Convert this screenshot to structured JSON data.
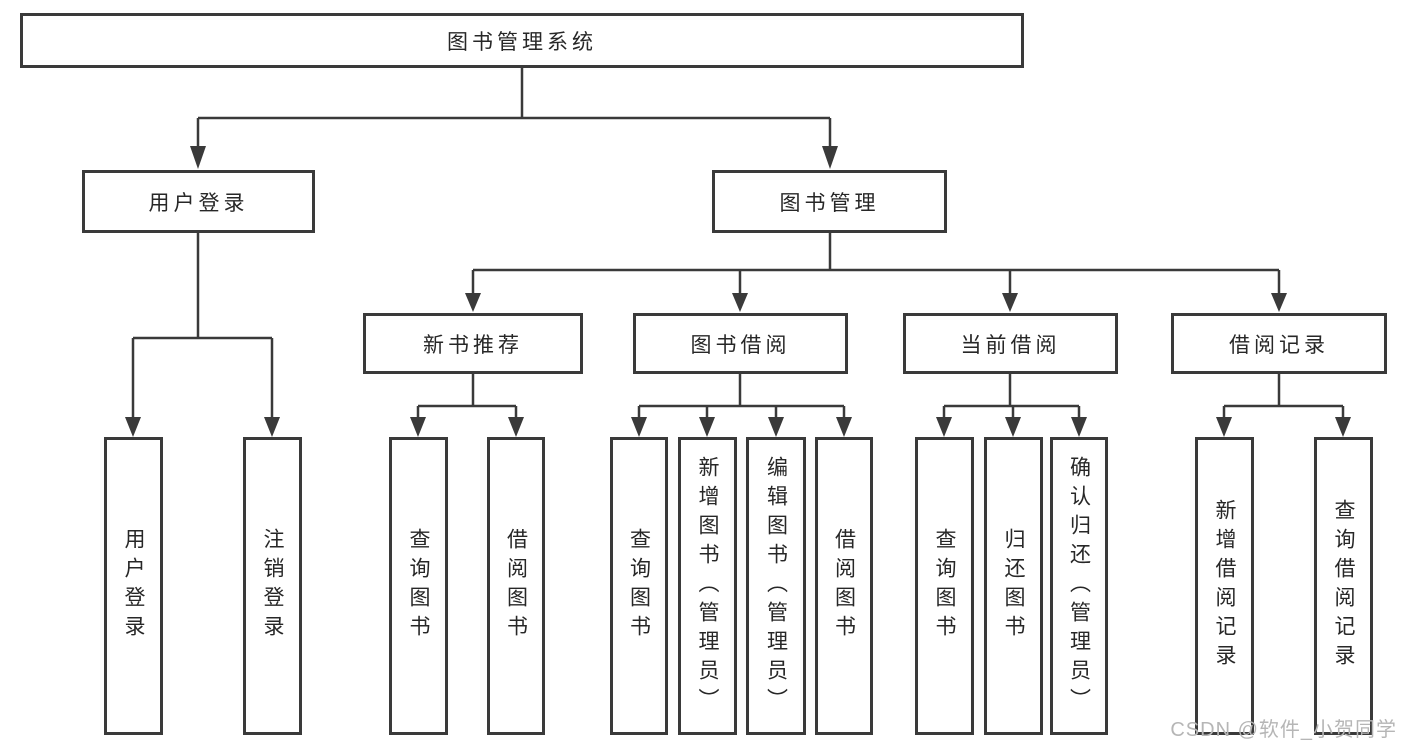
{
  "diagram": {
    "type": "hierarchy-tree",
    "root": {
      "label": "图书管理系统",
      "children": [
        {
          "label": "用户登录",
          "children": [
            {
              "label": "用户登录"
            },
            {
              "label": "注销登录"
            }
          ]
        },
        {
          "label": "图书管理",
          "children": [
            {
              "label": "新书推荐",
              "children": [
                {
                  "label": "查询图书"
                },
                {
                  "label": "借阅图书"
                }
              ]
            },
            {
              "label": "图书借阅",
              "children": [
                {
                  "label": "查询图书"
                },
                {
                  "label": "新增图书（管理员）"
                },
                {
                  "label": "编辑图书（管理员）"
                },
                {
                  "label": "借阅图书"
                }
              ]
            },
            {
              "label": "当前借阅",
              "children": [
                {
                  "label": "查询图书"
                },
                {
                  "label": "归还图书"
                },
                {
                  "label": "确认归还（管理员）"
                }
              ]
            },
            {
              "label": "借阅记录",
              "children": [
                {
                  "label": "新增借阅记录"
                },
                {
                  "label": "查询借阅记录"
                }
              ]
            }
          ]
        }
      ]
    },
    "colors": {
      "line": "#3a3a3a",
      "box_border": "#3a3a3a",
      "text": "#272727",
      "background": "#ffffff",
      "watermark": "#b6b6b6"
    }
  },
  "watermark": "CSDN @软件_小贺同学"
}
